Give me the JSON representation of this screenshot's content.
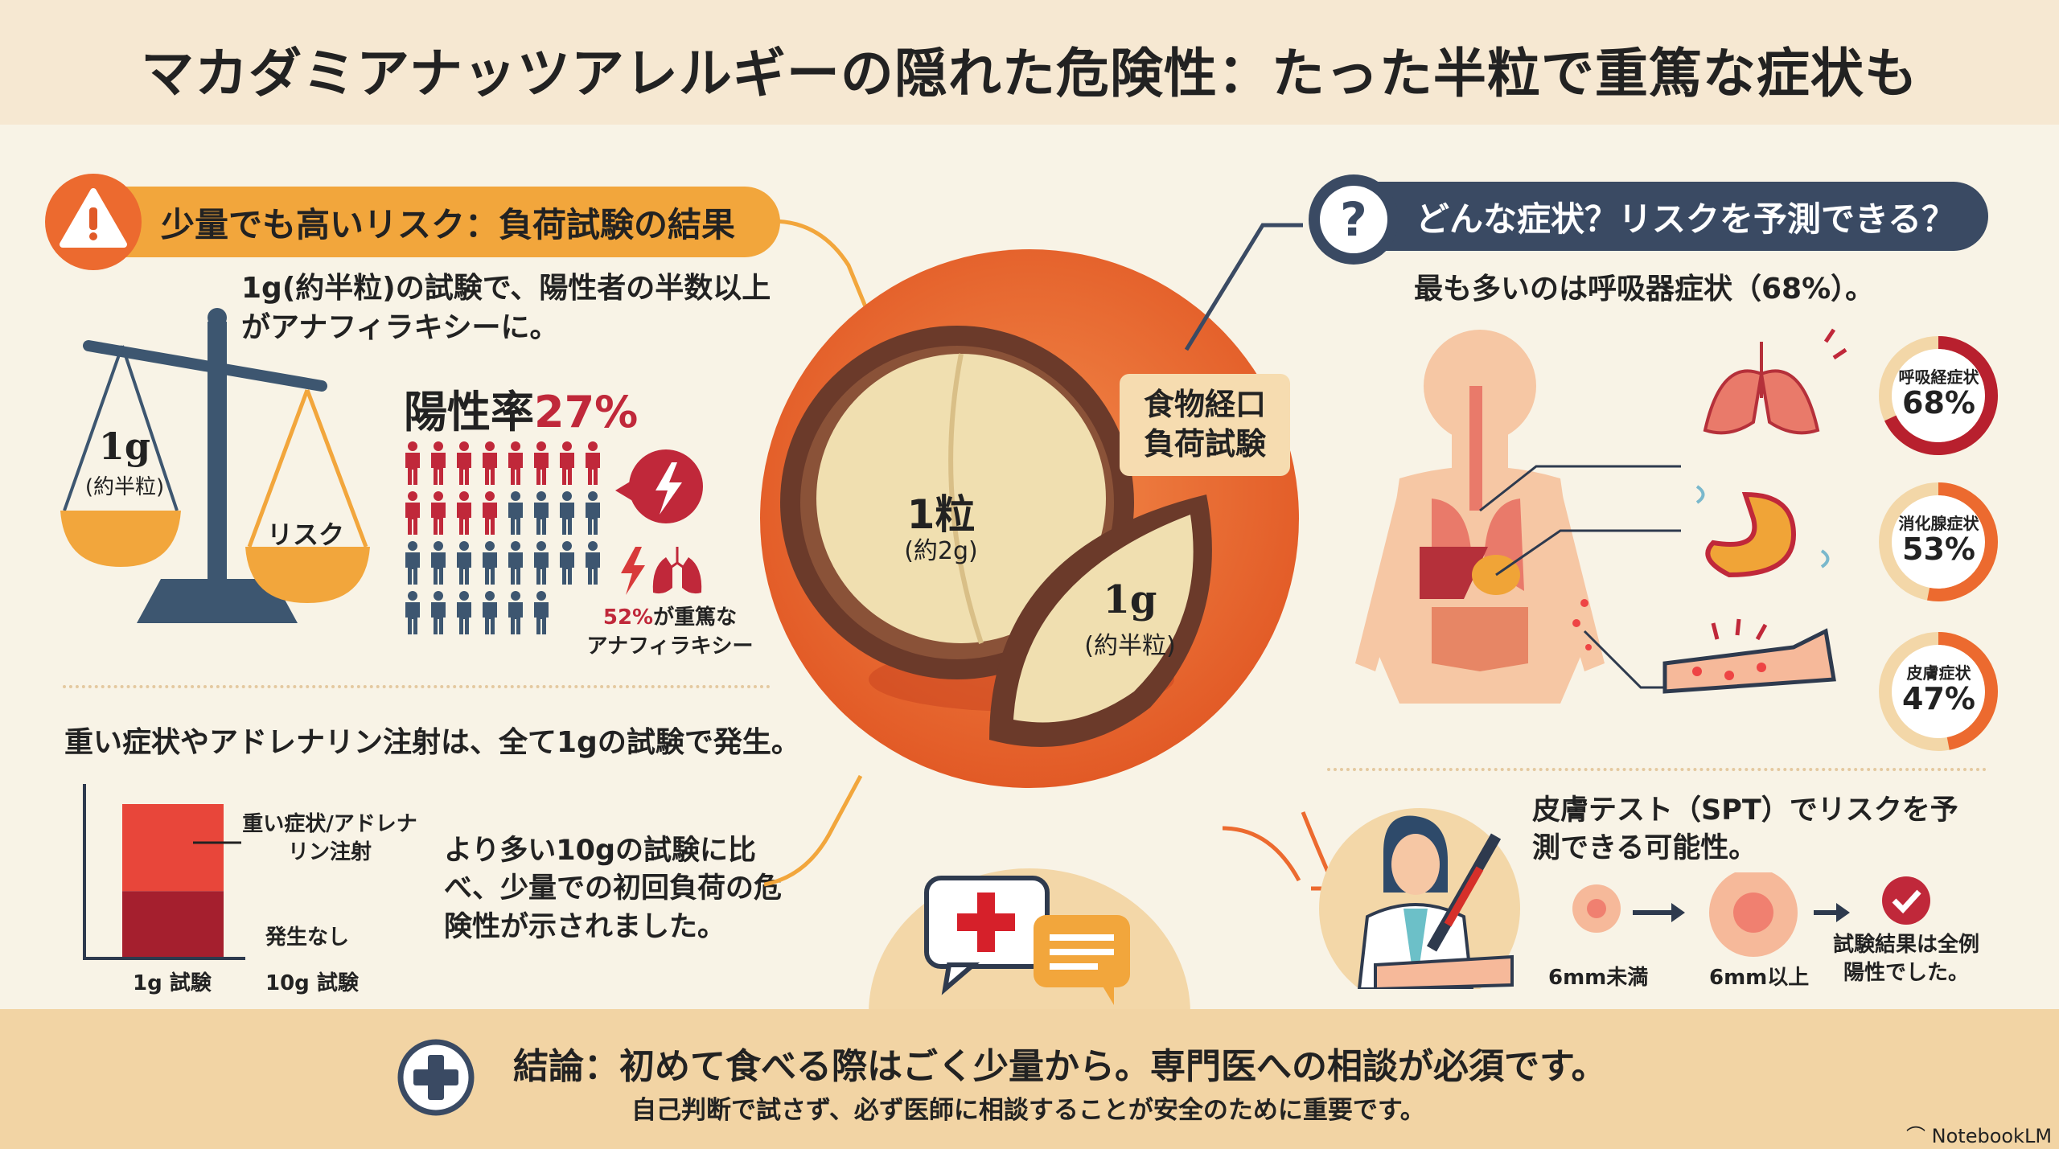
{
  "title": "マカダミアナッツアレルギーの隠れた危険性：たった半粒で重篤な症状も",
  "left": {
    "header": "少量でも高いリスク：負荷試験の結果",
    "header_icon": "warning-icon",
    "intro": "1g(約半粒)の試験で、陽性者の半数以上がアナフィラキシーに。",
    "scale_left_amount": "1g",
    "scale_left_note": "(約半粒)",
    "scale_right": "リスク",
    "positive_rate_label": "陽性率",
    "positive_rate_value": "27%",
    "severe_pct": "52%",
    "severe_text1": "が重篤な",
    "severe_text2": "アナフィラキシー",
    "severe_heading": "重い症状やアドレナリン注射は、全て1gの試験で発生。",
    "compare_text": "より多い10gの試験に比べ、少量での初回負荷の危険性が示されました。"
  },
  "chart_data": {
    "type": "bar",
    "categories": [
      "1g 試験",
      "10g 試験"
    ],
    "annotations": [
      "重い症状/アドレナリン注射",
      "発生なし"
    ],
    "series": [
      {
        "name": "重い症状/アドレナリン注射",
        "values": [
          1,
          0
        ]
      }
    ]
  },
  "center": {
    "test_label": "食物経口負荷試験",
    "whole_nut": "1粒",
    "whole_nut_note": "(約2g)",
    "half_nut": "1g",
    "half_nut_note": "(約半粒)"
  },
  "right": {
    "header": "どんな症状？リスクを予測できる？",
    "header_icon": "question-icon",
    "intro": "最も多いのは呼吸器症状（68%）。",
    "symptoms": [
      {
        "label": "呼吸経症状",
        "value": "68%",
        "fraction": 0.68,
        "color": "#b8202e"
      },
      {
        "label": "消化腺症状",
        "value": "53%",
        "fraction": 0.53,
        "color": "#ec6a2f"
      },
      {
        "label": "皮膚症状",
        "value": "47%",
        "fraction": 0.47,
        "color": "#ec6a2f"
      }
    ],
    "spt_text": "皮膚テスト（SPT）でリスクを予測できる可能性。",
    "spt_small": "6mm未満",
    "spt_large": "6mm以上",
    "spt_result": "試験結果は全例陽性でした。"
  },
  "conclusion": {
    "main": "結論：初めて食べる際はごく少量から。専門医への相談が必須です。",
    "sub": "自己判断で試さず、必ず医師に相談することが安全のために重要です。"
  },
  "brand": "NotebookLM"
}
